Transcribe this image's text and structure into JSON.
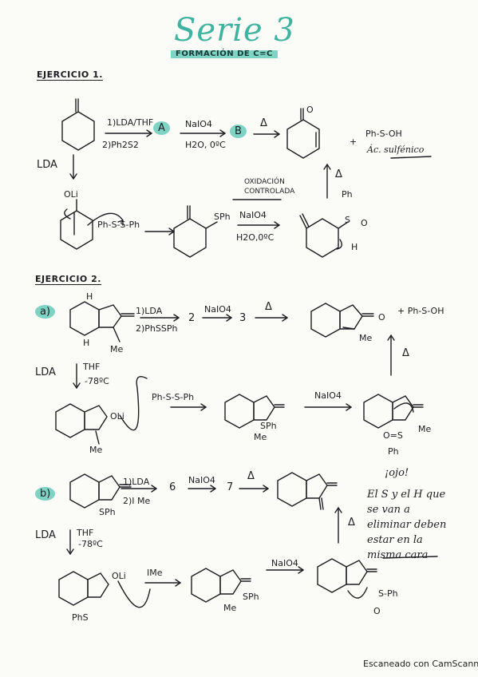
{
  "header": {
    "title": "Serie 3",
    "subtitle": "FORMACIÓN DE C=C"
  },
  "exercise1": {
    "heading": "EJERCICIO 1.",
    "step1_reagents": [
      "1)LDA/THF",
      "2)Ph2S2"
    ],
    "intermediate_a": "A",
    "step2_reagents": [
      "NaIO4",
      "H2O, 0ºC"
    ],
    "intermediate_b": "B",
    "heat": "Δ",
    "byproduct": "Ph-S-OH",
    "byproduct_name": "Ác. sulfénico",
    "lda": "LDA",
    "enolate_label": "OLi",
    "disulfide": "Ph-S-S-Ph",
    "sph": "SPh",
    "oxidation": [
      "OXIDACIÓN",
      "CONTROLADA"
    ],
    "ox_reagents": [
      "NaIO4",
      "H2O,0ºC"
    ],
    "sulfoxide_labels": [
      "Ph",
      "S",
      "O",
      "H"
    ],
    "o_label": "O"
  },
  "exercise2": {
    "heading": "EJERCICIO 2.",
    "part_a": {
      "label": "a)",
      "reagents": [
        "1)LDA",
        "2)PhSSPh"
      ],
      "num2": "2",
      "naio4": "NaIO4",
      "num3": "3",
      "heat": "Δ",
      "byproduct": "+ Ph-S-OH",
      "me": "Me",
      "h": "H",
      "o_label": "O",
      "lda": "LDA",
      "conditions": [
        "THF",
        "-78ºC"
      ],
      "enolate": "OLi",
      "disulfide": "Ph-S-S-Ph",
      "sph": "SPh",
      "naio4_2": "NaIO4",
      "sulfoxide": [
        "O=S",
        "Ph",
        "Me"
      ]
    },
    "part_b": {
      "label": "b)",
      "reagents": [
        "1)LDA",
        "2)I Me"
      ],
      "num6": "6",
      "naio4": "NaIO4",
      "num7": "7",
      "heat": "Δ",
      "sph": "SPh",
      "note_title": "¡ojo!",
      "note": "El S y el H que se van a eliminar deben estar en la misma cara",
      "lda": "LDA",
      "conditions": [
        "THF",
        "-78ºC"
      ],
      "enolate": "OLi",
      "mei": "IMe",
      "naio4_2": "NaIO4",
      "phs": "PhS",
      "me": "Me",
      "sulfoxide": [
        "S-Ph",
        "O"
      ]
    }
  },
  "footer": {
    "scanner": "Escaneado con CamScanner"
  }
}
